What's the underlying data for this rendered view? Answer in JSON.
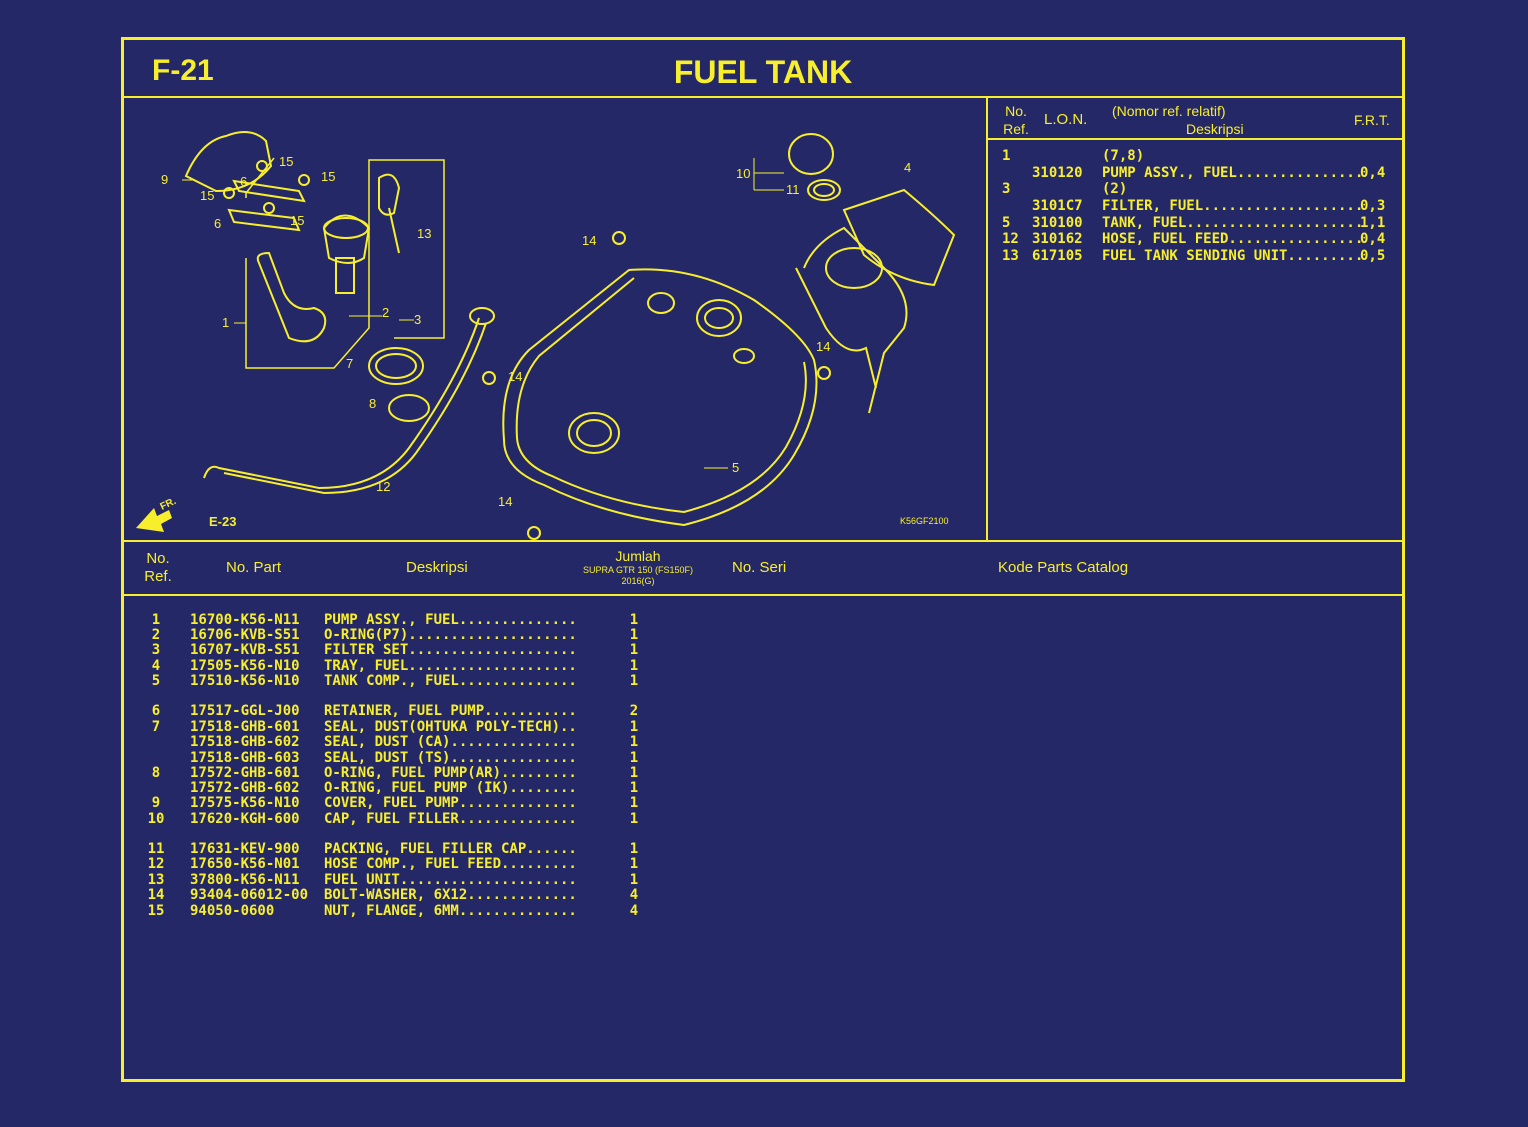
{
  "page": {
    "code": "F-21",
    "title": "FUEL TANK"
  },
  "diagram": {
    "callouts": [
      "1",
      "2",
      "3",
      "4",
      "5",
      "6",
      "6",
      "7",
      "8",
      "9",
      "10",
      "11",
      "12",
      "13",
      "14",
      "14",
      "14",
      "14",
      "15",
      "15",
      "15",
      "15"
    ],
    "front_label": "FR.",
    "ref_page": "E-23",
    "image_code": "K56GF2100"
  },
  "frt_table": {
    "headers": {
      "no_ref": "No.\nRef.",
      "lon": "L.O.N.",
      "note": "(Nomor ref. relatif)",
      "desc": "Deskripsi",
      "frt": "F.R.T."
    },
    "rows": [
      {
        "ref": "1",
        "lon": "",
        "desc": "(7,8)",
        "frt": ""
      },
      {
        "ref": "",
        "lon": "310120",
        "desc": "PUMP ASSY., FUEL...............",
        "frt": "0,4"
      },
      {
        "ref": "3",
        "lon": "",
        "desc": "(2)",
        "frt": ""
      },
      {
        "ref": "",
        "lon": "3101C7",
        "desc": "FILTER, FUEL...................",
        "frt": "0,3"
      },
      {
        "ref": "5",
        "lon": "310100",
        "desc": "TANK, FUEL.....................",
        "frt": "1,1"
      },
      {
        "ref": "12",
        "lon": "310162",
        "desc": "HOSE, FUEL FEED................",
        "frt": "0,4"
      },
      {
        "ref": "13",
        "lon": "617105",
        "desc": "FUEL TANK SENDING UNIT.........",
        "frt": "0,5"
      }
    ]
  },
  "parts_table": {
    "headers": {
      "no_ref": "No.\nRef.",
      "part_no": "No. Part",
      "desc": "Deskripsi",
      "qty": "Jumlah",
      "qty_model": "SUPRA GTR 150 (FS150F)",
      "qty_year": "2016(G)",
      "serial": "No. Seri",
      "catalog": "Kode Parts Catalog"
    },
    "rows": [
      {
        "ref": "1",
        "part": "16700-K56-N11",
        "desc": "PUMP ASSY., FUEL..............",
        "qty": "1"
      },
      {
        "ref": "2",
        "part": "16706-KVB-S51",
        "desc": "O-RING(P7)....................",
        "qty": "1"
      },
      {
        "ref": "3",
        "part": "16707-KVB-S51",
        "desc": "FILTER SET....................",
        "qty": "1"
      },
      {
        "ref": "4",
        "part": "17505-K56-N10",
        "desc": "TRAY, FUEL....................",
        "qty": "1"
      },
      {
        "ref": "5",
        "part": "17510-K56-N10",
        "desc": "TANK COMP., FUEL..............",
        "qty": "1"
      },
      {
        "ref": "6",
        "part": "17517-GGL-J00",
        "desc": "RETAINER, FUEL PUMP...........",
        "qty": "2"
      },
      {
        "ref": "7",
        "part": "17518-GHB-601",
        "desc": "SEAL, DUST(OHTUKA POLY-TECH)..",
        "qty": "1"
      },
      {
        "ref": "",
        "part": "17518-GHB-602",
        "desc": "SEAL, DUST (CA)...............",
        "qty": "1"
      },
      {
        "ref": "",
        "part": "17518-GHB-603",
        "desc": "SEAL, DUST (TS)...............",
        "qty": "1"
      },
      {
        "ref": "8",
        "part": "17572-GHB-601",
        "desc": "O-RING, FUEL PUMP(AR).........",
        "qty": "1"
      },
      {
        "ref": "",
        "part": "17572-GHB-602",
        "desc": "O-RING, FUEL PUMP (IK)........",
        "qty": "1"
      },
      {
        "ref": "9",
        "part": "17575-K56-N10",
        "desc": "COVER, FUEL PUMP..............",
        "qty": "1"
      },
      {
        "ref": "10",
        "part": "17620-KGH-600",
        "desc": "CAP, FUEL FILLER..............",
        "qty": "1"
      },
      {
        "ref": "11",
        "part": "17631-KEV-900",
        "desc": "PACKING, FUEL FILLER CAP......",
        "qty": "1"
      },
      {
        "ref": "12",
        "part": "17650-K56-N01",
        "desc": "HOSE COMP., FUEL FEED.........",
        "qty": "1"
      },
      {
        "ref": "13",
        "part": "37800-K56-N11",
        "desc": "FUEL UNIT.....................",
        "qty": "1"
      },
      {
        "ref": "14",
        "part": "93404-06012-00",
        "desc": "BOLT-WASHER, 6X12.............",
        "qty": "4"
      },
      {
        "ref": "15",
        "part": "94050-0600",
        "desc": "NUT, FLANGE, 6MM..............",
        "qty": "4"
      }
    ]
  },
  "colors": {
    "background": "#252866",
    "ink": "#f8ef2c"
  }
}
